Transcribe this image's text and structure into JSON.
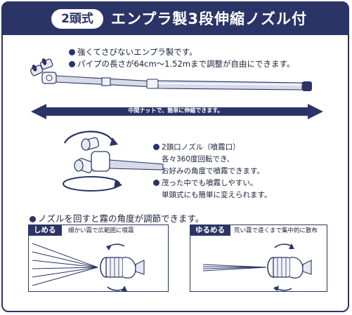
{
  "header": {
    "badge": "2頭式",
    "title": "エンプラ製3段伸縮ノズル付"
  },
  "features": [
    "強くてさびないエンプラ製です。",
    "パイプの長さが64cm～1.52mまで調整が自由にできます。"
  ],
  "arrow_note": "中間ナットで、簡単に伸縮できます。",
  "nozzle_features": {
    "item1_title": "2頭口ノズル（噴霧口）",
    "item1_line2": "各々360度回転でき、",
    "item1_line3": "お好みの角度で噴霧できます。",
    "item2_title": "茂った中でも噴霧しやすい。",
    "item2_line2": "単頭式にも簡単に変えられます。"
  },
  "spray_section": {
    "heading": "ノズルを回すと霧の角度が調節できます。",
    "modes": [
      {
        "label": "しめる",
        "description": "細かい霧で広範囲に噴霧"
      },
      {
        "label": "ゆるめる",
        "description": "荒い霧で遠くまで集中的に散布"
      }
    ]
  },
  "colors": {
    "navy": "#2b3466",
    "pipe_gray": "#d7dbe8"
  }
}
